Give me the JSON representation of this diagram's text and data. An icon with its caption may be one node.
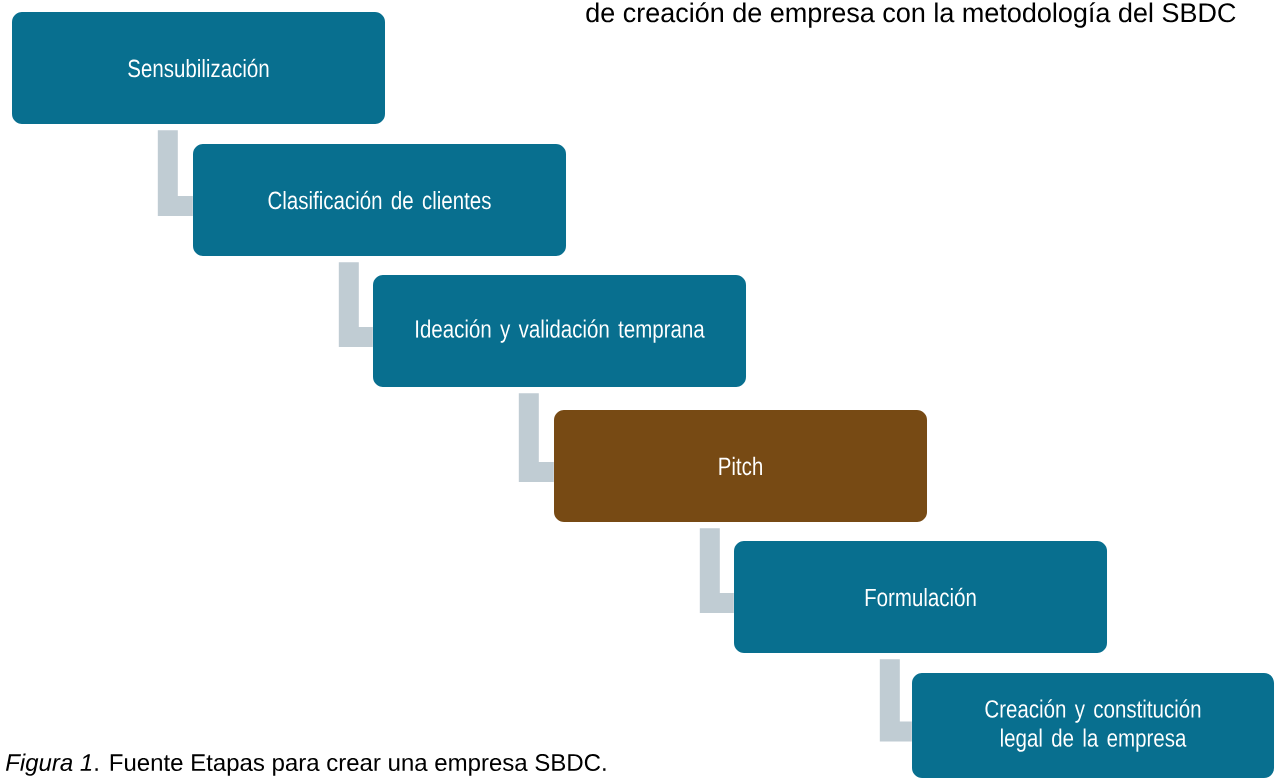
{
  "diagram": {
    "caption": "*Figura 1*. Fuente Etapas para crear una empresa SBDC.",
    "nodes": [
      {
        "text": [
          "Sensubilización"
        ]
      },
      {
        "text": [
          "Clasificación de clientes"
        ]
      },
      {
        "text": [
          "Ideación y validación temprana"
        ]
      },
      {
        "text": [
          "Pitch"
        ]
      },
      {
        "text": [
          "Formulación"
        ]
      },
      {
        "text": [
          "Creación y constitución legal de la empresa"
        ]
      }
    ],
    "edges": [
      {
        "from": 0,
        "to": 1,
        "arrow": "none"
      },
      {
        "from": 1,
        "to": 2,
        "arrow": "none"
      },
      {
        "from": 2,
        "to": 3,
        "arrow": "none"
      },
      {
        "from": 3,
        "to": 4,
        "arrow": "none"
      },
      {
        "from": 4,
        "to": 5,
        "arrow": "none"
      }
    ],
    "labels": [
      "de creación de empresa con la metodología del SBDC"
    ]
  }
}
